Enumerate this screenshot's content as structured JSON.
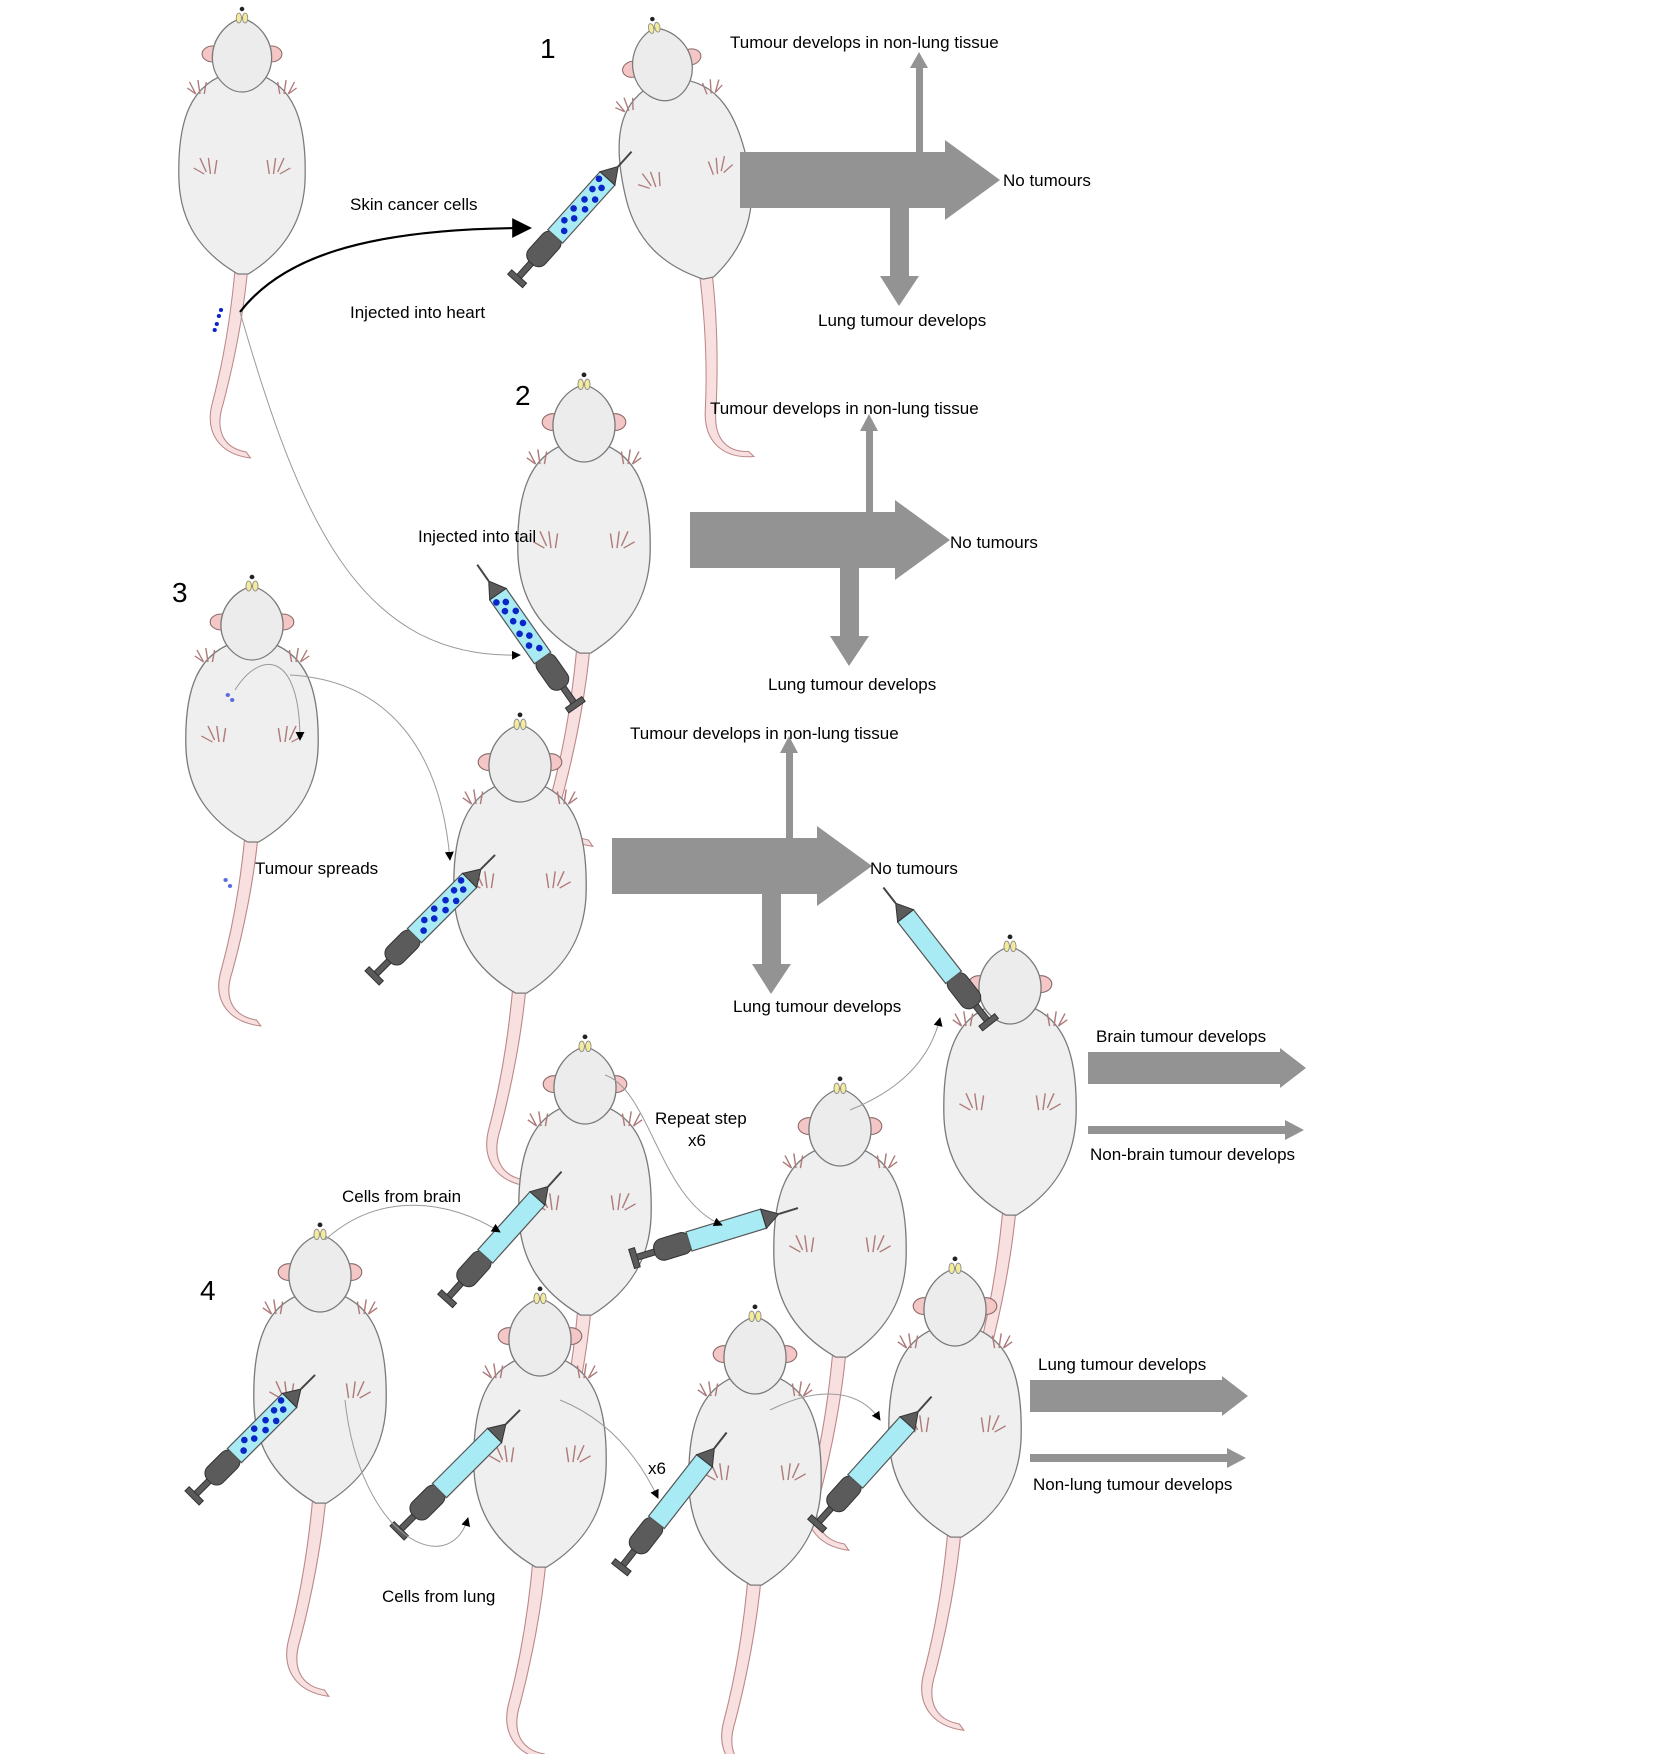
{
  "steps": {
    "s1": "1",
    "s2": "2",
    "s3": "3",
    "s4": "4"
  },
  "labels": {
    "skin_cancer_cells": "Skin cancer cells",
    "injected_into_heart": "Injected into heart",
    "injected_into_tail": "Injected into tail",
    "tumour_spreads": "Tumour spreads",
    "cells_from_brain": "Cells from brain",
    "cells_from_lung": "Cells from lung",
    "repeat_step": "Repeat step",
    "x6": "x6"
  },
  "outcomes": {
    "non_lung_tissue": "Tumour develops in non-lung tissue",
    "no_tumours": "No tumours",
    "lung_tumour": "Lung tumour develops",
    "brain_tumour": "Brain tumour develops",
    "non_brain_tumour": "Non-brain tumour develops",
    "lung_tumour_develops": "Lung tumour develops",
    "non_lung_tumour": "Non-lung tumour develops"
  },
  "colors": {
    "arrow_gray": "#939393",
    "syringe_barrel": "#a8ebf5",
    "cancer_cells": "#0a25c8",
    "mouse_ear": "#f4c6c6"
  }
}
